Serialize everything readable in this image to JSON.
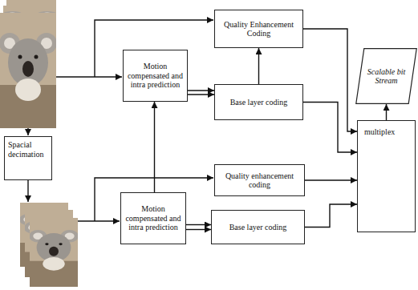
{
  "diagram": {
    "nodes": [
      {
        "text": [
          "Quality Enhancement Coding"
        ]
      },
      {
        "text": [
          "Motion compensated and intra prediction"
        ]
      },
      {
        "text": [
          "Base layer coding"
        ]
      },
      {
        "text": [
          "Scalable bit Stream"
        ]
      },
      {
        "text": [
          "multiplex"
        ]
      },
      {
        "text": [
          "Spacial decimation"
        ]
      },
      {
        "text": [
          "Quality enhancement coding"
        ]
      },
      {
        "text": [
          "Motion compensated and intra prediction"
        ]
      },
      {
        "text": [
          "Base layer coding"
        ]
      }
    ],
    "edges": [
      {
        "from": 1,
        "to": 2,
        "arrow": "to"
      },
      {
        "from": 1,
        "to": 2,
        "arrow": "to"
      },
      {
        "from": 2,
        "to": 0,
        "arrow": "to"
      },
      {
        "from": 0,
        "to": 4,
        "arrow": "to"
      },
      {
        "from": 2,
        "to": 4,
        "arrow": "to"
      },
      {
        "from": 4,
        "to": 3,
        "arrow": "to"
      },
      {
        "from": 7,
        "to": 1,
        "arrow": "to"
      },
      {
        "from": 7,
        "to": 8,
        "arrow": "to"
      },
      {
        "from": 7,
        "to": 8,
        "arrow": "to"
      },
      {
        "from": 6,
        "to": 4,
        "arrow": "to"
      },
      {
        "from": 8,
        "to": 4,
        "arrow": "to"
      }
    ]
  }
}
